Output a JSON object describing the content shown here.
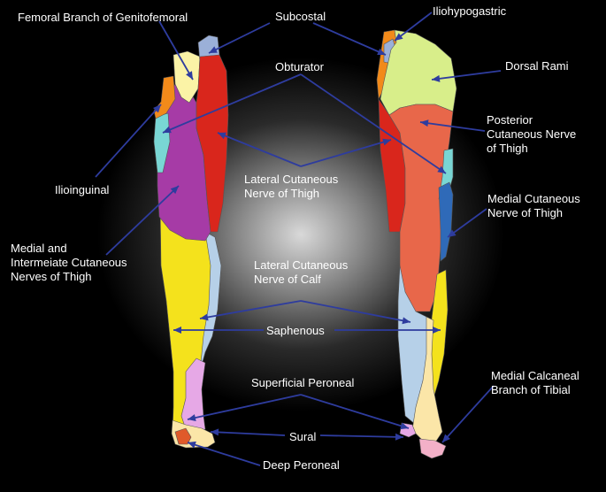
{
  "labels": {
    "femoral_branch": "Femoral Branch of Genitofemoral",
    "subcostal": "Subcostal",
    "iliohypogastric": "Iliohypogastric",
    "obturator": "Obturator",
    "dorsal_rami": "Dorsal Rami",
    "posterior_cutaneous": "Posterior\nCutaneous Nerve\nof Thigh",
    "ilioinguinal": "Ilioinguinal",
    "lateral_cutaneous_thigh": "Lateral Cutaneous\nNerve of Thigh",
    "medial_cutaneous_thigh": "Medial Cutaneous\nNerve of Thigh",
    "medial_intermediate": "Medial and\nIntermeiate Cutaneous\nNerves of Thigh",
    "lateral_cutaneous_calf": "Lateral Cutaneous\nNerve of Calf",
    "saphenous": "Saphenous",
    "superficial_peroneal": "Superficial Peroneal",
    "medial_calcaneal": "Medial Calcaneal\nBranch of Tibial",
    "sural": "Sural",
    "deep_peroneal": "Deep Peroneal"
  },
  "colors": {
    "background": "#000000",
    "label_text": "#ffffff",
    "leader_line": "#2e3c9e",
    "subcostal": "#9bb0d8",
    "iliohypogastric": "#f28a1a",
    "femoral_branch": "#fbf3a6",
    "ilioinguinal": "#f28a1a",
    "obturator": "#79d6d4",
    "lateral_cutaneous_thigh": "#d9261c",
    "medial_intermediate": "#a63ba6",
    "dorsal_rami": "#d8ee8a",
    "posterior_cutaneous": "#e8674a",
    "medial_cutaneous_thigh": "#2f6ab8",
    "saphenous": "#f4e21c",
    "lateral_cutaneous_calf": "#b6d0e8",
    "superficial_peroneal": "#e6a8e6",
    "sural": "#fbe6a8",
    "deep_peroneal": "#e05a2a",
    "medial_calcaneal": "#f3b0c8"
  }
}
